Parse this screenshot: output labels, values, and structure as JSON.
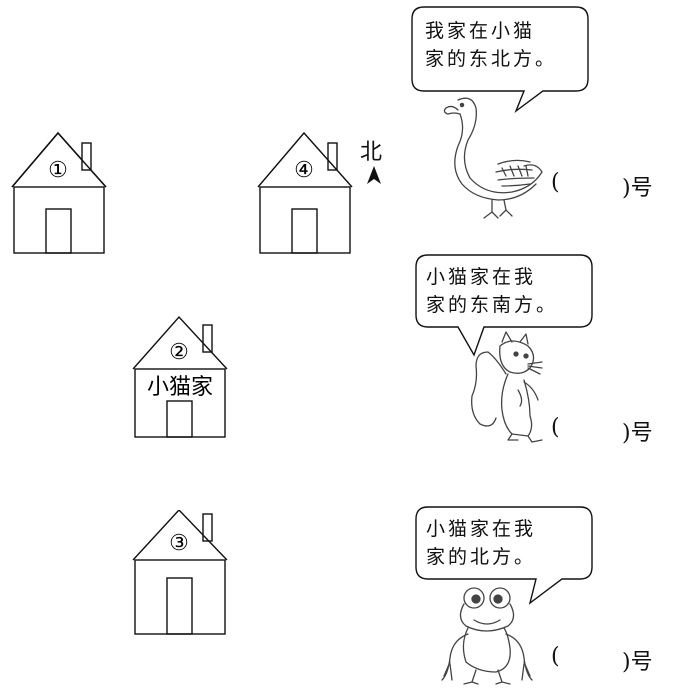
{
  "houses": [
    {
      "number": "①",
      "label": ""
    },
    {
      "number": "②",
      "label": "小猫家"
    },
    {
      "number": "③",
      "label": ""
    },
    {
      "number": "④",
      "label": ""
    }
  ],
  "compass": {
    "north_label": "北"
  },
  "animals": [
    {
      "name": "goose",
      "speech_line1": "我家在小猫",
      "speech_line2": "家的东北方",
      "speech_end": "。",
      "answer_open": "(",
      "answer_close": ")",
      "answer_suffix": "号"
    },
    {
      "name": "squirrel",
      "speech_line1": "小猫家在我",
      "speech_line2": "家的东南方",
      "speech_end": "。",
      "answer_open": "(",
      "answer_close": ")",
      "answer_suffix": "号"
    },
    {
      "name": "frog",
      "speech_line1": "小猫家在我",
      "speech_line2": "家的北方",
      "speech_end": "。",
      "answer_open": "(",
      "answer_close": ")",
      "answer_suffix": "号"
    }
  ]
}
